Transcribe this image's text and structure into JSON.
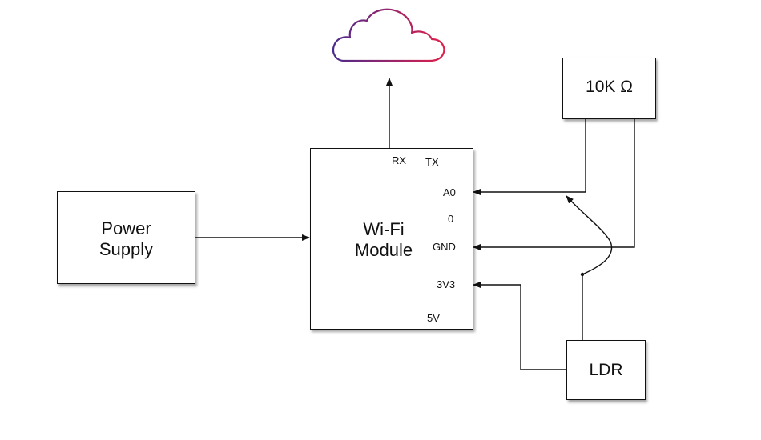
{
  "power_supply": {
    "line1": "Power",
    "line2": "Supply"
  },
  "wifi_module": {
    "line1": "Wi-Fi",
    "line2": "Module",
    "pins": {
      "rx": "RX",
      "tx": "TX",
      "a0": "A0",
      "zero": "0",
      "gnd": "GND",
      "v3": "3V3",
      "v5": "5V"
    }
  },
  "resistor": {
    "label": "10K Ω"
  },
  "ldr": {
    "label": "LDR"
  },
  "colors": {
    "line": "#111111",
    "cloud_start": "#4b2a8c",
    "cloud_end": "#e0204a"
  },
  "icons": {
    "cloud": "cloud-icon"
  }
}
